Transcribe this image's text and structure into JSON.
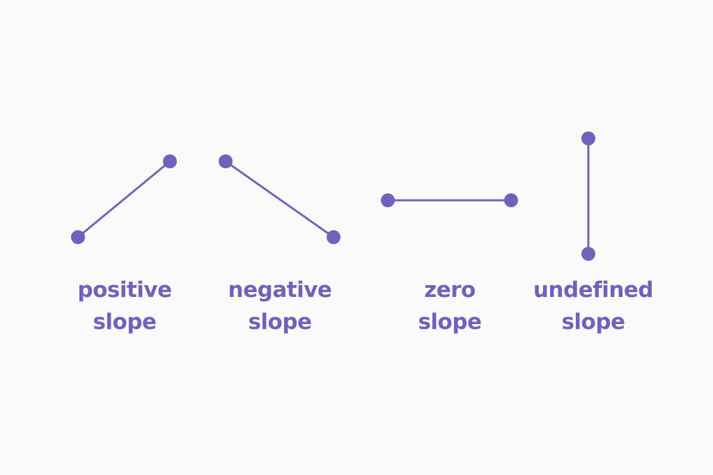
{
  "colors": {
    "background": "#fafafa",
    "line": "#7360bd",
    "point": "#7360bd",
    "text": "#7360bd"
  },
  "panels": [
    {
      "id": "positive",
      "line1": "positive",
      "line2": "slope"
    },
    {
      "id": "negative",
      "line1": "negative",
      "line2": "slope"
    },
    {
      "id": "zero",
      "line1": "zero",
      "line2": "slope"
    },
    {
      "id": "undefined",
      "line1": "undefined",
      "line2": "slope"
    }
  ]
}
